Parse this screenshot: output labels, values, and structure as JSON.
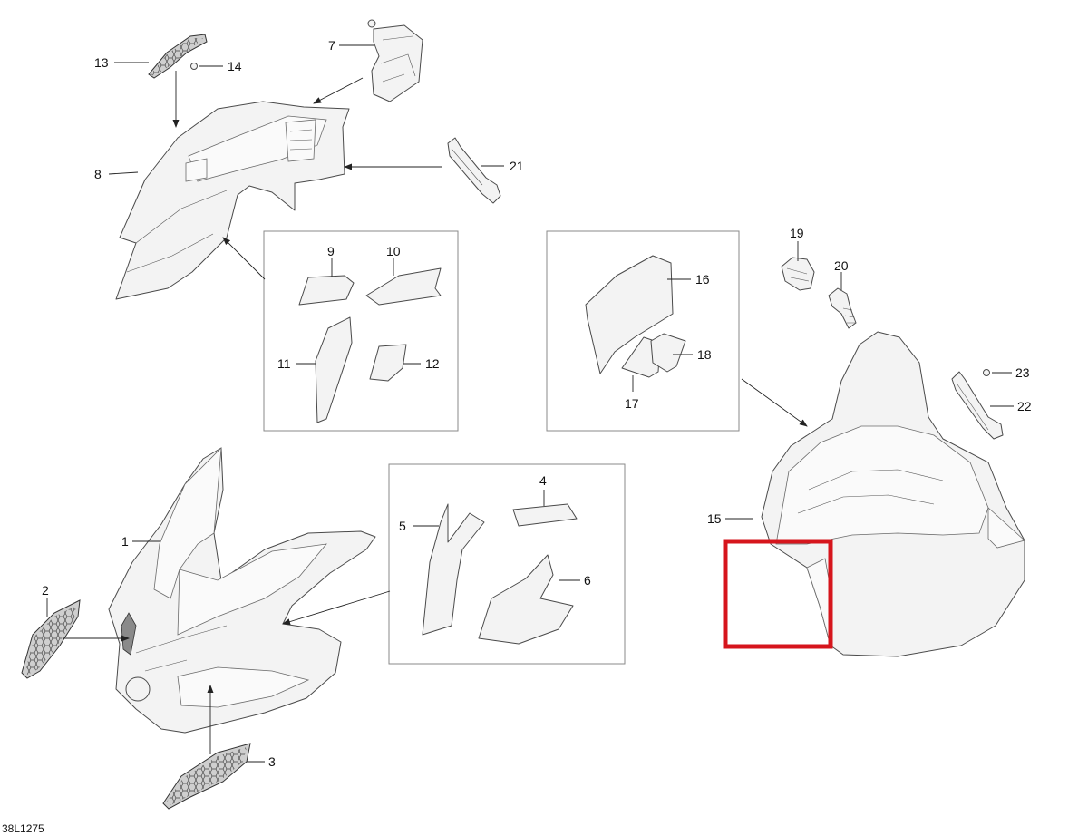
{
  "diagram": {
    "drawing_code": "38L1275",
    "callouts": [
      "1",
      "2",
      "3",
      "4",
      "5",
      "6",
      "7",
      "8",
      "9",
      "10",
      "11",
      "12",
      "13",
      "14",
      "15",
      "16",
      "17",
      "18",
      "19",
      "20",
      "21",
      "22",
      "23"
    ],
    "highlight_color": "#d6151c"
  }
}
